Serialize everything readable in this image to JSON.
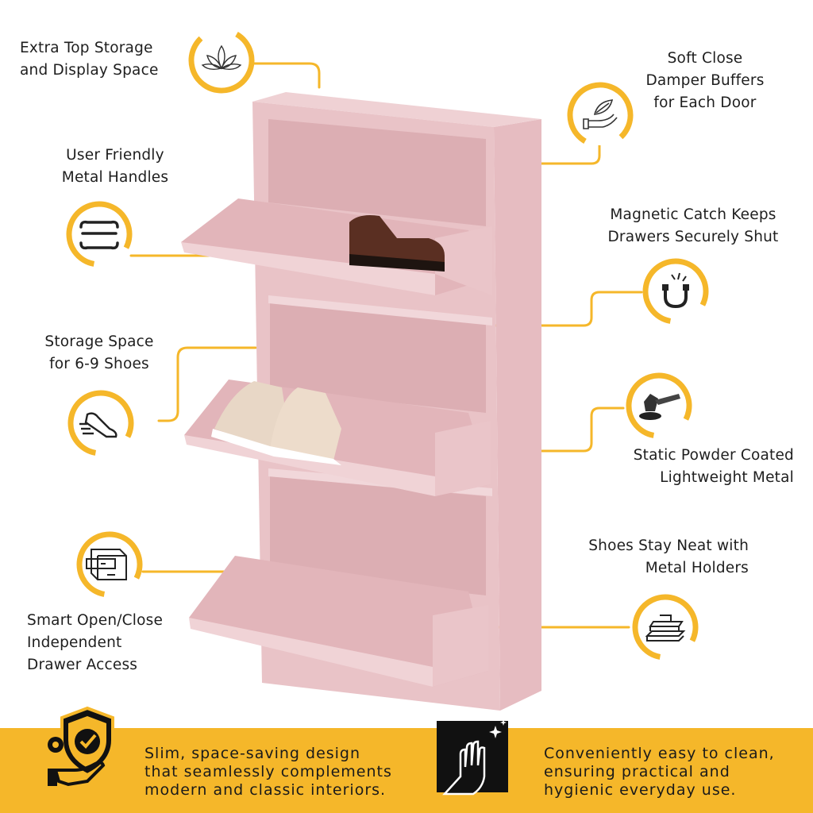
{
  "features": {
    "top_storage": {
      "lines": [
        "Extra Top Storage",
        "and Display Space"
      ],
      "icon": "lotus-icon"
    },
    "soft_close": {
      "lines": [
        "Soft Close",
        "Damper Buffers",
        "for Each Door"
      ],
      "icon": "feather-hand-icon"
    },
    "handles": {
      "lines": [
        "User Friendly",
        "Metal Handles"
      ],
      "icon": "handles-icon"
    },
    "magnetic": {
      "lines": [
        "Magnetic Catch Keeps",
        "Drawers Securely Shut"
      ],
      "icon": "magnet-icon"
    },
    "storage_space": {
      "lines": [
        "Storage Space",
        "for 6-9 Shoes"
      ],
      "icon": "sneaker-icon"
    },
    "powder_coat": {
      "lines": [
        "Static Powder Coated",
        "Lightweight Metal"
      ],
      "icon": "polisher-icon"
    },
    "holders": {
      "lines": [
        "Shoes Stay Neat with",
        "Metal Holders"
      ],
      "icon": "stacked-clothes-icon"
    },
    "open_close": {
      "lines": [
        "Smart Open/Close",
        "Independent",
        "Drawer Access"
      ],
      "icon": "drawer-cabinet-icon"
    }
  },
  "footer": {
    "left_lines": [
      "Slim, space-saving design",
      "that seamlessly complements",
      "modern and classic interiors."
    ],
    "right_lines": [
      "Conveniently easy to clean,",
      "ensuring practical and",
      "hygienic everyday use."
    ],
    "left_icon": "shield-gear-hand-icon",
    "right_icon": "cleaning-hand-icon"
  },
  "colors": {
    "accent": "#f5b72a",
    "cabinet": "#e9c3c7",
    "cabinet_dark": "#d6a8ae",
    "text": "#1e1e1e"
  }
}
